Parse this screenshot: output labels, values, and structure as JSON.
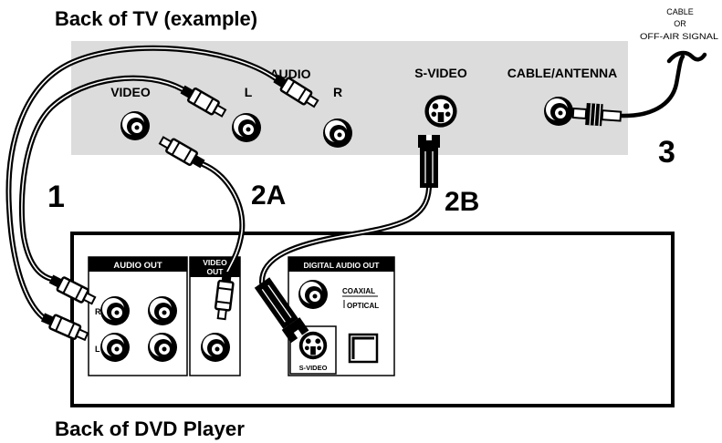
{
  "tv": {
    "title": "Back of TV (example)",
    "audio_label": "AUDIO",
    "video_label": "VIDEO",
    "left_label": "L",
    "right_label": "R",
    "s_video_label": "S-VIDEO",
    "cable_antenna_label": "CABLE/ANTENNA"
  },
  "signal_source": {
    "lines": [
      "CABLE",
      "OR",
      "OFF-AIR SIGNAL"
    ]
  },
  "steps": {
    "audio_cables": "1",
    "video_cable": "2A",
    "s_video_cable": "2B",
    "antenna_cable": "3"
  },
  "dvd": {
    "title": "Back of DVD Player",
    "audio_out": {
      "header": "AUDIO OUT",
      "right_label": "R",
      "left_label": "L"
    },
    "video_out": {
      "header_lines": [
        "VIDEO",
        "OUT"
      ]
    },
    "digital_audio_out": {
      "header": "DIGITAL AUDIO OUT",
      "coaxial_label": "COAXIAL",
      "optical_label": "OPTICAL",
      "s_video_label": "S-VIDEO"
    }
  },
  "colors": {
    "tv_panel": "#dcdcdc"
  }
}
